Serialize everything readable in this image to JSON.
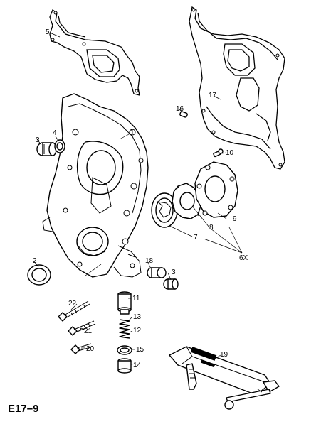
{
  "diagram": {
    "figure_code": "E17–9",
    "callouts": {
      "c1": "1",
      "c2": "2",
      "c3a": "3",
      "c3b": "3",
      "c4": "4",
      "c5": "5",
      "c6": "6X",
      "c7": "7",
      "c8": "8",
      "c9": "9",
      "c10": "10",
      "c11": "11",
      "c12": "12",
      "c13": "13",
      "c14": "14",
      "c15": "15",
      "c16": "16",
      "c17": "17",
      "c18": "18",
      "c19": "19",
      "c20": "20",
      "c21": "21",
      "c22": "22"
    }
  }
}
